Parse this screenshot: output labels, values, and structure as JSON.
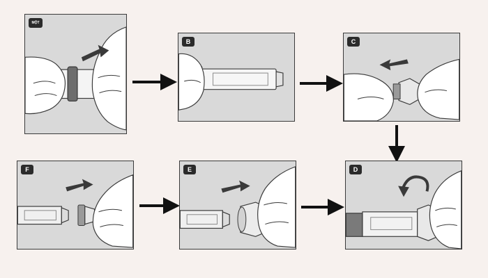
{
  "steps": {
    "a": {
      "label": "MỘT"
    },
    "b": {
      "label": "B"
    },
    "c": {
      "label": "C"
    },
    "d": {
      "label": "D"
    },
    "e": {
      "label": "E"
    },
    "f": {
      "label": "F"
    }
  },
  "colors": {
    "background": "#f7f1ee",
    "panel_fill": "#d9d9d9",
    "outline": "#3a3a3a",
    "badge": "#2b2b2b",
    "arrow": "#111111"
  }
}
